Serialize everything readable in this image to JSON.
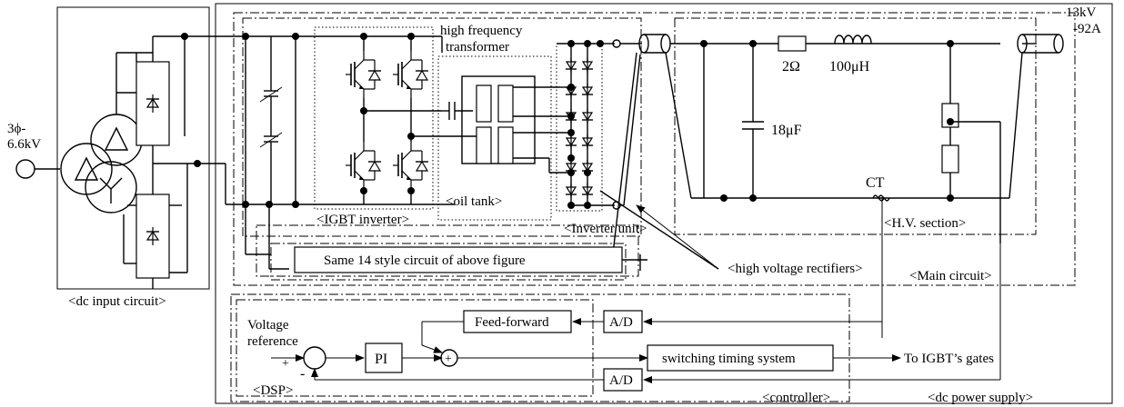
{
  "labels": {
    "input_voltage": "3ϕ-",
    "input_voltage_2": "6.6kV",
    "dc_input_circuit": "<dc input circuit>",
    "igbt_inverter": "<IGBT inverter>",
    "hf_transformer_1": "high frequency",
    "hf_transformer_2": "transformer",
    "oil_tank": "<oil tank>",
    "inverter_unit": "<Inverter unit>",
    "resistor_value": "2Ω",
    "inductor_value": "100μH",
    "capacitor_value": "18μF",
    "ct": "CT",
    "hv_section": "<H.V. section>",
    "output_1": "13kV",
    "output_2": "-92A",
    "same_circuit": "Same 14 style circuit of above figure",
    "hv_rectifiers": "<high voltage rectifiers>",
    "main_circuit": "<Main circuit>",
    "voltage_ref_1": "Voltage",
    "voltage_ref_2": "reference",
    "plus": "+",
    "minus": "-",
    "feed_forward": "Feed-forward",
    "ad_top": "A/D",
    "ad_bottom": "A/D",
    "pi": "PI",
    "switching_timing": "switching timing system",
    "to_igbt": "To IGBT’s gates",
    "dsp": "<DSP>",
    "controller": "<controller>",
    "dc_power_supply": "<dc power supply>"
  }
}
